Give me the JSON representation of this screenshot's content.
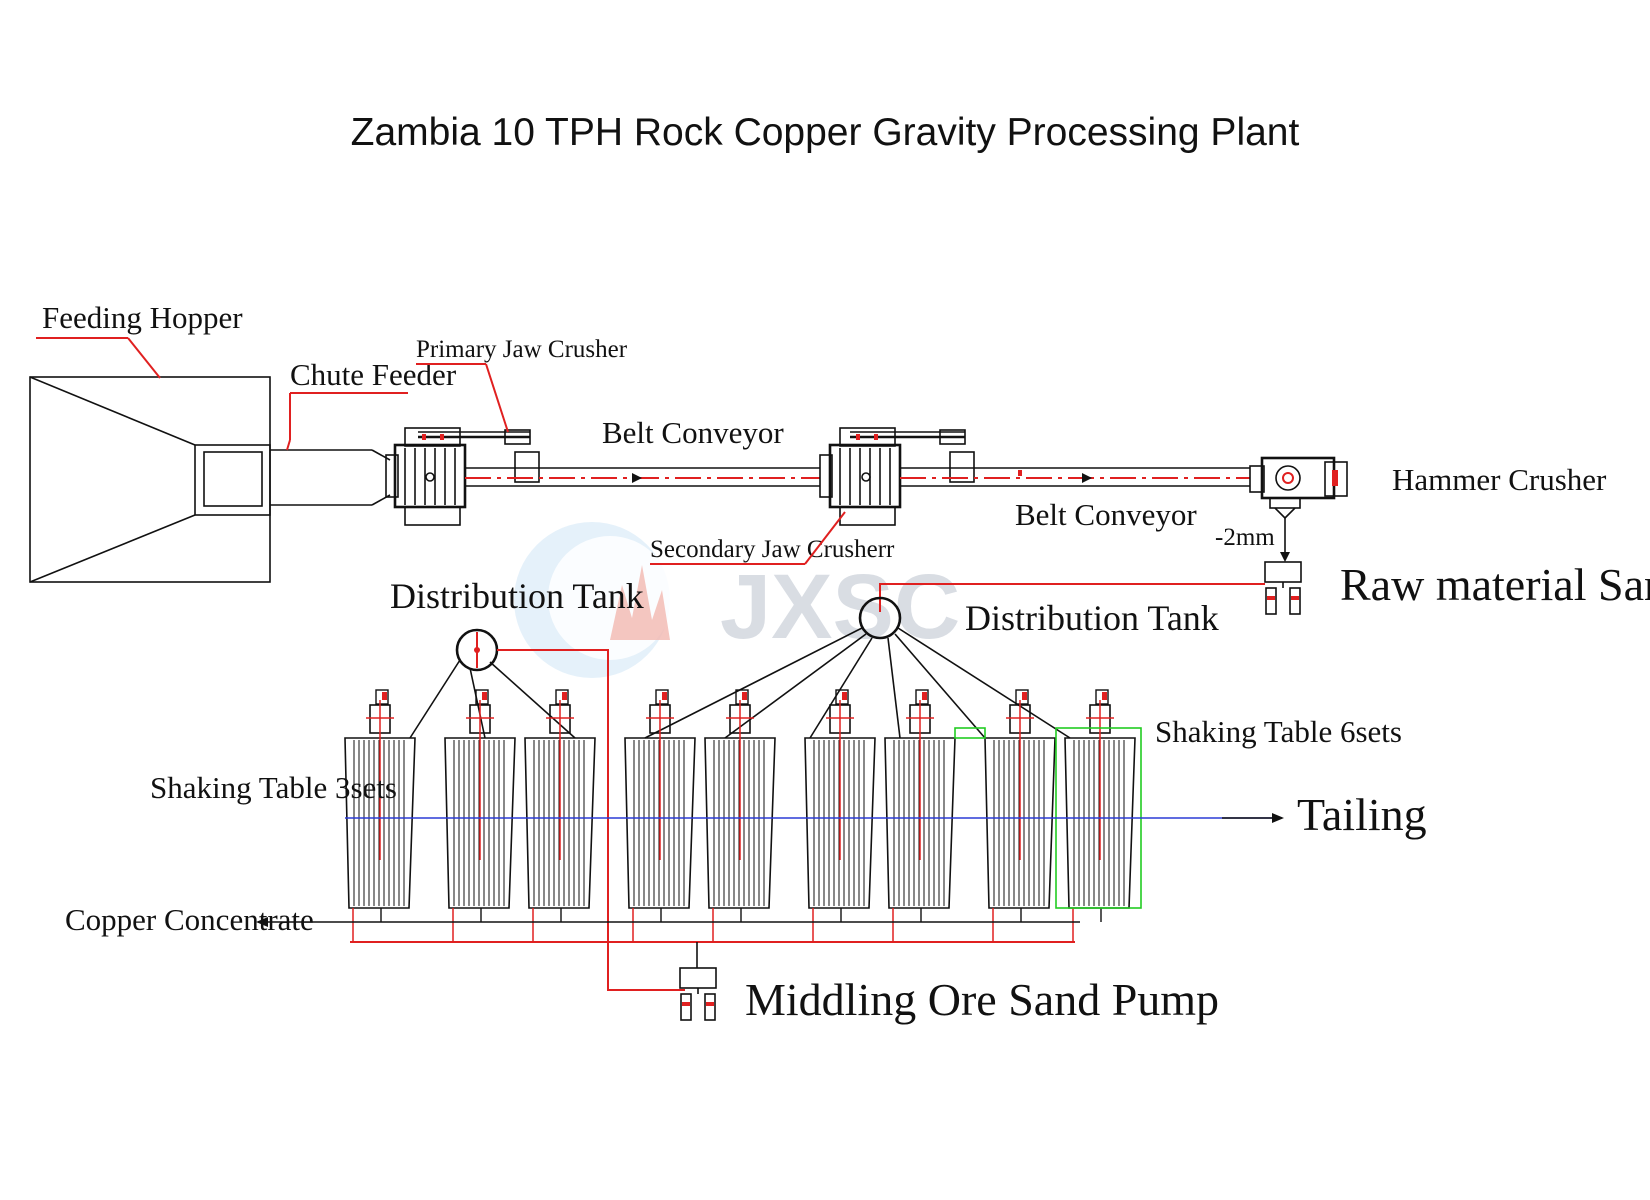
{
  "title": "Zambia 10 TPH Rock Copper Gravity Processing Plant",
  "labels": {
    "feeding_hopper": "Feeding Hopper",
    "chute_feeder": "Chute Feeder",
    "primary_jaw_crusher": "Primary Jaw Crusher",
    "belt_conveyor_1": "Belt Conveyor",
    "secondary_jaw_crusher": "Secondary Jaw Crusherr",
    "belt_conveyor_2": "Belt Conveyor",
    "hammer_crusher": "Hammer Crusher",
    "size_2mm": "-2mm",
    "raw_material_sand_pump": "Raw material Sand Pump",
    "distribution_tank_left": "Distribution Tank",
    "distribution_tank_right": "Distribution Tank",
    "shaking_table_3sets": "Shaking Table 3sets",
    "shaking_table_6sets": "Shaking Table 6sets",
    "tailing": "Tailing",
    "copper_concentrate": "Copper Concentrate",
    "middling_ore_sand_pump": "Middling Ore Sand Pump"
  },
  "watermark": {
    "text": "JXSC",
    "icon": "jxsc-logo-icon"
  },
  "colors": {
    "line": "#111111",
    "flow_red": "#e02020",
    "tailing_blue": "#2b3bd6",
    "highlight_green": "#22cc22"
  }
}
